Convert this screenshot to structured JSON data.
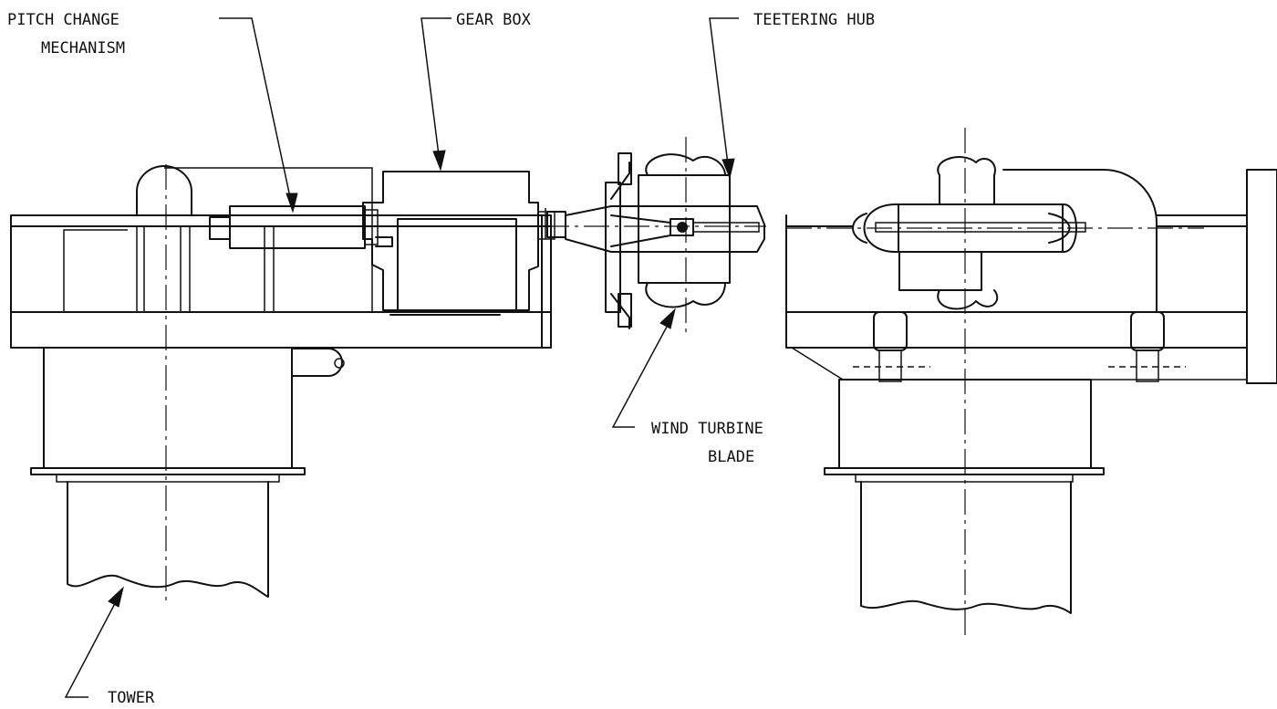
{
  "labels": {
    "pitch_change_line1": "PITCH CHANGE",
    "pitch_change_line2": "MECHANISM",
    "gear_box": "GEAR BOX",
    "teetering_hub": "TEETERING HUB",
    "wind_turbine_line1": "WIND TURBINE",
    "wind_turbine_line2": "BLADE",
    "tower": "TOWER"
  }
}
